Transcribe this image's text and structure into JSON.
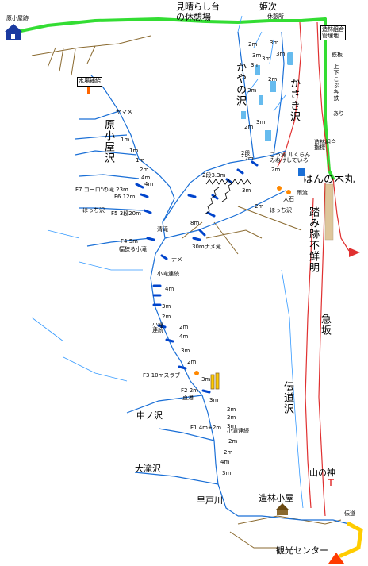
{
  "colors": {
    "road": "#33dd33",
    "stream": "#1a6fd6",
    "tributary": "#3399ff",
    "trail_red": "#e03030",
    "contour_brown": "#8a6a30",
    "waterfall_mark": "#0044cc",
    "warning_yellow": "#ffcc00"
  },
  "places": {
    "harakoya_bus": "原小屋跡",
    "miharashi": "見晴らし台",
    "kyukei": "の休憩場",
    "himetsugi": "姫次",
    "himetsugi_sub": "休憩所",
    "zourin_kanri": "造林組合\n管理地",
    "suigen": "水場補給",
    "gate_line1": "鉄板",
    "gate_line2": "上下こぶ各鉄",
    "gate_line3": "あり",
    "zourin_mid": "造林組合\n指標",
    "shiratan_note": "ごっ滝 ルくらん\nみねけしていろ",
    "hannoki": "はんの木丸",
    "fumiato": "踏み跡不鮮明",
    "kyuzaka": "急坂",
    "dendou": "伝道沢",
    "yamanokami": "山の神",
    "zourin_goya": "造林小屋",
    "kanko": "観光センター",
    "harato": "早戸川",
    "ootaki": "大滝沢",
    "nakanosawa": "中ノ沢",
    "kayanosawa": "かやの沢",
    "kasasawa": "かさき沢",
    "harakoyasawa": "原小屋沢",
    "hocchi1": "ほっち沢",
    "hocchi2": "ほっち沢",
    "yamame": "ヤマメ",
    "dendou_road": "伝道",
    "ooishi": "大石",
    "amasaki": "雨渡",
    "namedaki": "ナメ",
    "seitaki": "清滝",
    "f1": "F1  4m+2m",
    "f2": "F2  2m",
    "f2_sub": "直瀑",
    "f3": "F3  10mスラブ",
    "f4": "F4  5m",
    "f4_sub": "幅狭る小滝",
    "f5": "F5  3段20m",
    "f6": "F6  12m",
    "f7": "F7 ゴーロ\"の滝 23m",
    "shotaki1": "小滝連続",
    "shotaki2": "小滝連続",
    "shotaki3": "小滝\n連続",
    "nidan": "2段\n12m",
    "nidan2": "2段3.3m",
    "sanju": "30mナメ滝",
    "s8m": "8m"
  },
  "grades": [
    "2m",
    "3m",
    "3m",
    "2m",
    "3m",
    "3m",
    "2m",
    "1m",
    "1m",
    "1m",
    "2m",
    "4m",
    "4m",
    "4m",
    "3m",
    "2m",
    "2m",
    "4m",
    "3m",
    "2m",
    "3m",
    "3m",
    "2m",
    "2m",
    "3m",
    "2m",
    "2m",
    "4m",
    "3m",
    "3m",
    "3m",
    "3m",
    "2m",
    "3m",
    "2m"
  ]
}
